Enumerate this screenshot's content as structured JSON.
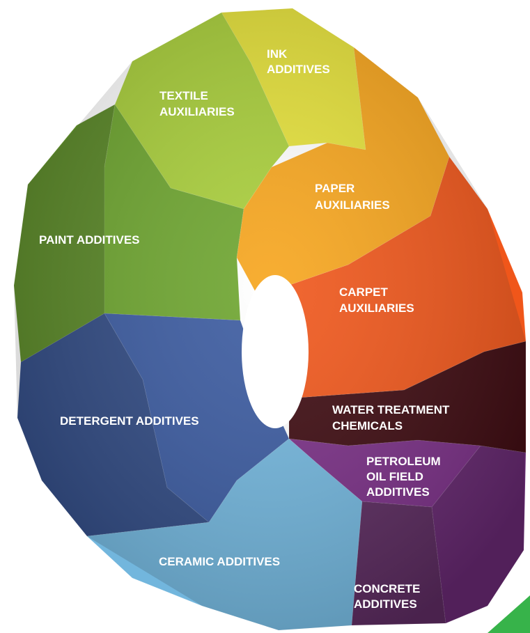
{
  "segments": [
    {
      "id": "ink",
      "lines": [
        "INK",
        "ADDITIVES"
      ],
      "color": "#e6e23a"
    },
    {
      "id": "textile",
      "lines": [
        "TEXTILE",
        "AUXILIARIES"
      ],
      "color": "#a9cf3a"
    },
    {
      "id": "paint",
      "lines": [
        "PAINT ADDITIVES"
      ],
      "color": "#6da52e"
    },
    {
      "id": "detergent",
      "lines": [
        "DETERGENT ADDITIVES"
      ],
      "color": "#3a5aa0"
    },
    {
      "id": "ceramic",
      "lines": [
        "CERAMIC ADDITIVES"
      ],
      "color": "#72b6dd"
    },
    {
      "id": "concrete",
      "lines": [
        "CONCRETE",
        "ADDITIVES"
      ],
      "color": "#5a2a5e"
    },
    {
      "id": "petroleum",
      "lines": [
        "PETROLEUM",
        "OIL FIELD",
        "ADDITIVES"
      ],
      "color": "#7a2f86"
    },
    {
      "id": "water",
      "lines": [
        "WATER TREATMENT",
        "CHEMICALS"
      ],
      "color": "#3d0a10"
    },
    {
      "id": "carpet",
      "lines": [
        "CARPET",
        "AUXILIARIES"
      ],
      "color": "#f0561a"
    },
    {
      "id": "paper",
      "lines": [
        "PAPER",
        "AUXILIARIES"
      ],
      "color": "#f7a51c"
    }
  ]
}
